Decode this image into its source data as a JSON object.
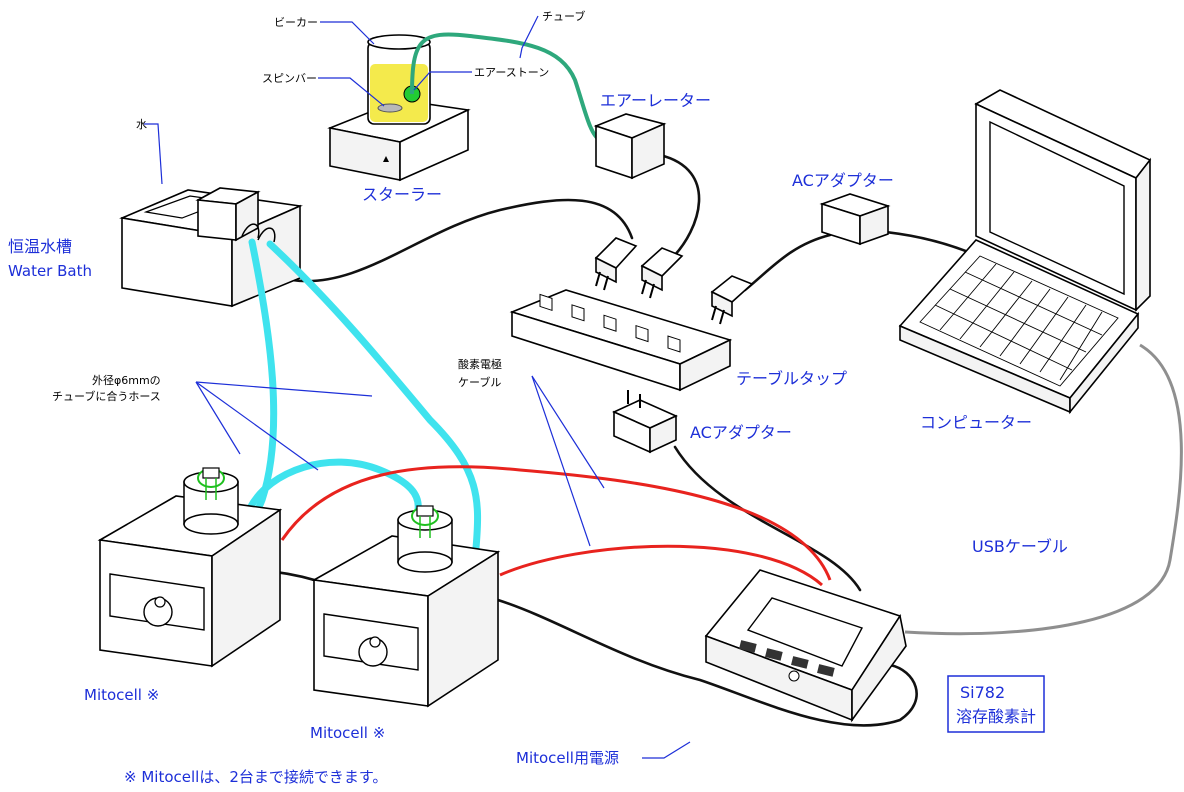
{
  "labels": {
    "beaker": "ビーカー",
    "tube": "チューブ",
    "spin_bar": "スピンバー",
    "air_stone": "エアーストーン",
    "stirrer": "スターラー",
    "aerator": "エアーレーター",
    "water": "水",
    "water_bath_jp": "恒温水槽",
    "water_bath_en": "Water Bath",
    "ac_adapter_pc": "ACアダプター",
    "power_strip": "テーブルタップ",
    "ac_adapter_meter": "ACアダプター",
    "computer": "コンピューター",
    "electrode_cable_line1": "酸素電極",
    "electrode_cable_line2": "ケーブル",
    "hose_line1": "外径φ6mmの",
    "hose_line2": "チューブに合うホース",
    "usb_cable": "USBケーブル",
    "mitocell_left": "Mitocell ※",
    "mitocell_right": "Mitocell ※",
    "mitocell_power": "Mitocell用電源",
    "meter_model": "Si782",
    "meter_name": "溶存酸素計",
    "footnote": "※ Mitocellは、2台まで接続できます。"
  },
  "colors": {
    "label_blue": "#1d2fd8",
    "hose_cyan": "#3fe3ee",
    "tube_green": "#2ea87c",
    "electrode_red": "#e8231e",
    "usb_gray": "#8f8f8f",
    "beaker_yellow": "#f4ea4c",
    "air_stone_green": "#22cc33"
  }
}
